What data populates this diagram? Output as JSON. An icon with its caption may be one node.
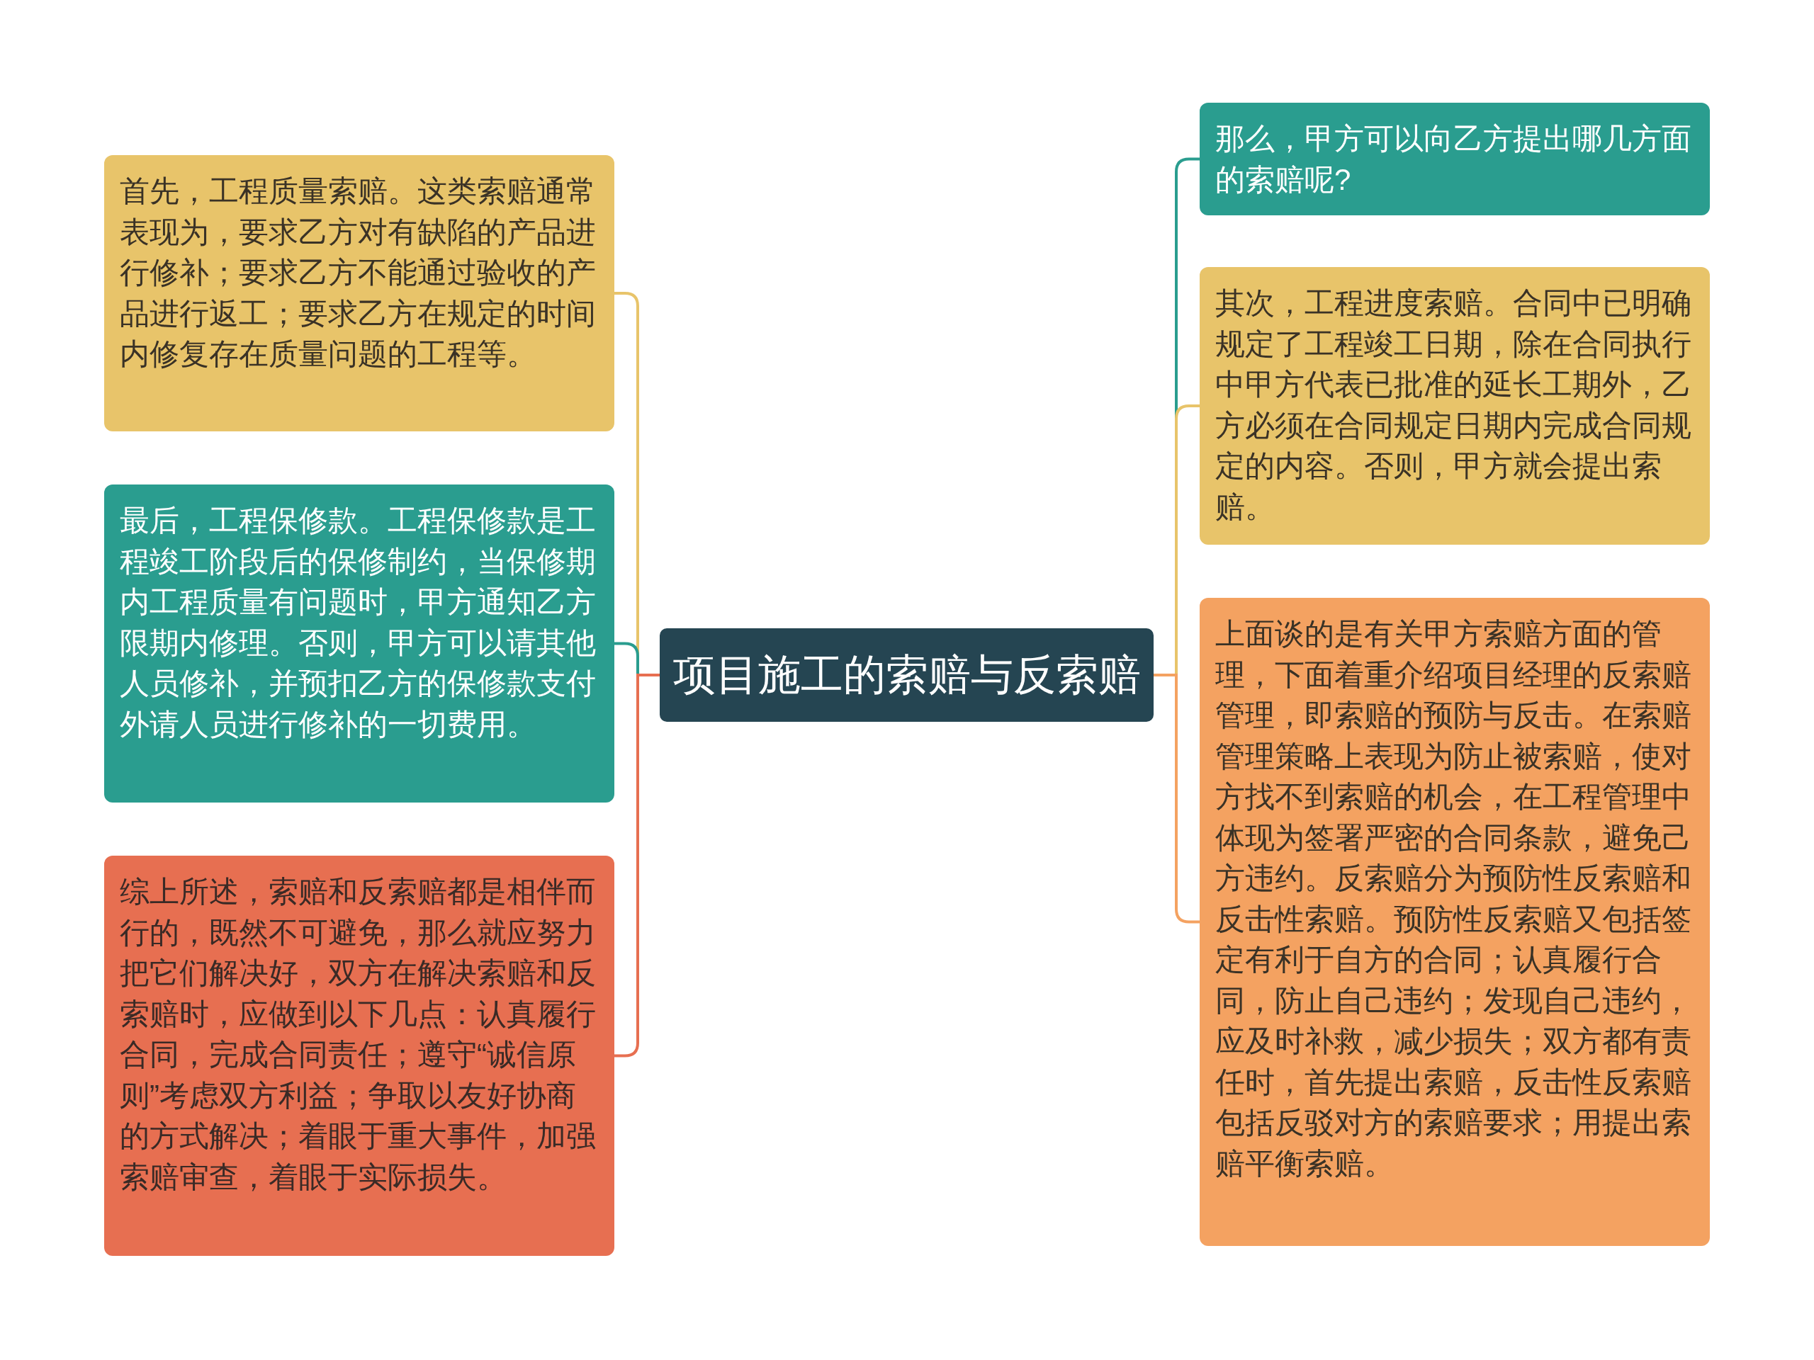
{
  "diagram": {
    "nodes": [
      {
        "text": [
          "项目施工的索赔与反索赔"
        ]
      },
      {
        "text": [
          "首先，工程质量索赔。这类索赔通常表现为，要求乙方对有缺陷的产品进行修补；要求乙方不能通过验收的产品进行返工；要求乙方在规定的时间内修复存在质量问题的工程等。"
        ]
      },
      {
        "text": [
          "最后，工程保修款。工程保修款是工程竣工阶段后的保修制约，当保修期内工程质量有问题时，甲方通知乙方限期内修理。否则，甲方可以请其他人员修补，并预扣乙方的保修款支付外请人员进行修补的一切费用。"
        ]
      },
      {
        "text": [
          "综上所述，索赔和反索赔都是相伴而行的，既然不可避免，那么就应努力把它们解决好，双方在解决索赔和反索赔时，应做到以下几点：认真履行合同，完成合同责任；遵守“诚信原则”考虑双方利益；争取以友好协商的方式解决；着眼于重大事件，加强索赔审查，着眼于实际损失。"
        ]
      },
      {
        "text": [
          "那么，甲方可以向乙方提出哪几方面的索赔呢?"
        ]
      },
      {
        "text": [
          "其次，工程进度索赔。合同中已明确规定了工程竣工日期，除在合同执行中甲方代表已批准的延长工期外，乙方必须在合同规定日期内完成合同规定的内容。否则，甲方就会提出索赔。"
        ]
      },
      {
        "text": [
          "上面谈的是有关甲方索赔方面的管理，下面着重介绍项目经理的反索赔管理，即索赔的预防与反击。在索赔管理策略上表现为防止被索赔，使对方找不到索赔的机会，在工程管理中体现为签署严密的合同条款，避免己方违约。反索赔分为预防性反索赔和反击性索赔。预防性反索赔又包括签定有利于自方的合同；认真履行合同，防止自己违约；发现自己违约，应及时补救，减少损失；双方都有责任时，首先提出索赔，反击性反索赔包括反驳对方的索赔要求；用提出索赔平衡索赔。"
        ]
      }
    ],
    "edges": [
      {
        "from": 0,
        "to": 1,
        "arrow": "none",
        "color": "#e8c46a"
      },
      {
        "from": 0,
        "to": 2,
        "arrow": "none",
        "color": "#2a9d8f"
      },
      {
        "from": 0,
        "to": 3,
        "arrow": "none",
        "color": "#e76f51"
      },
      {
        "from": 0,
        "to": 4,
        "arrow": "none",
        "color": "#2a9d8f"
      },
      {
        "from": 0,
        "to": 5,
        "arrow": "none",
        "color": "#e8c46a"
      },
      {
        "from": 0,
        "to": 6,
        "arrow": "none",
        "color": "#f4a261"
      }
    ]
  }
}
